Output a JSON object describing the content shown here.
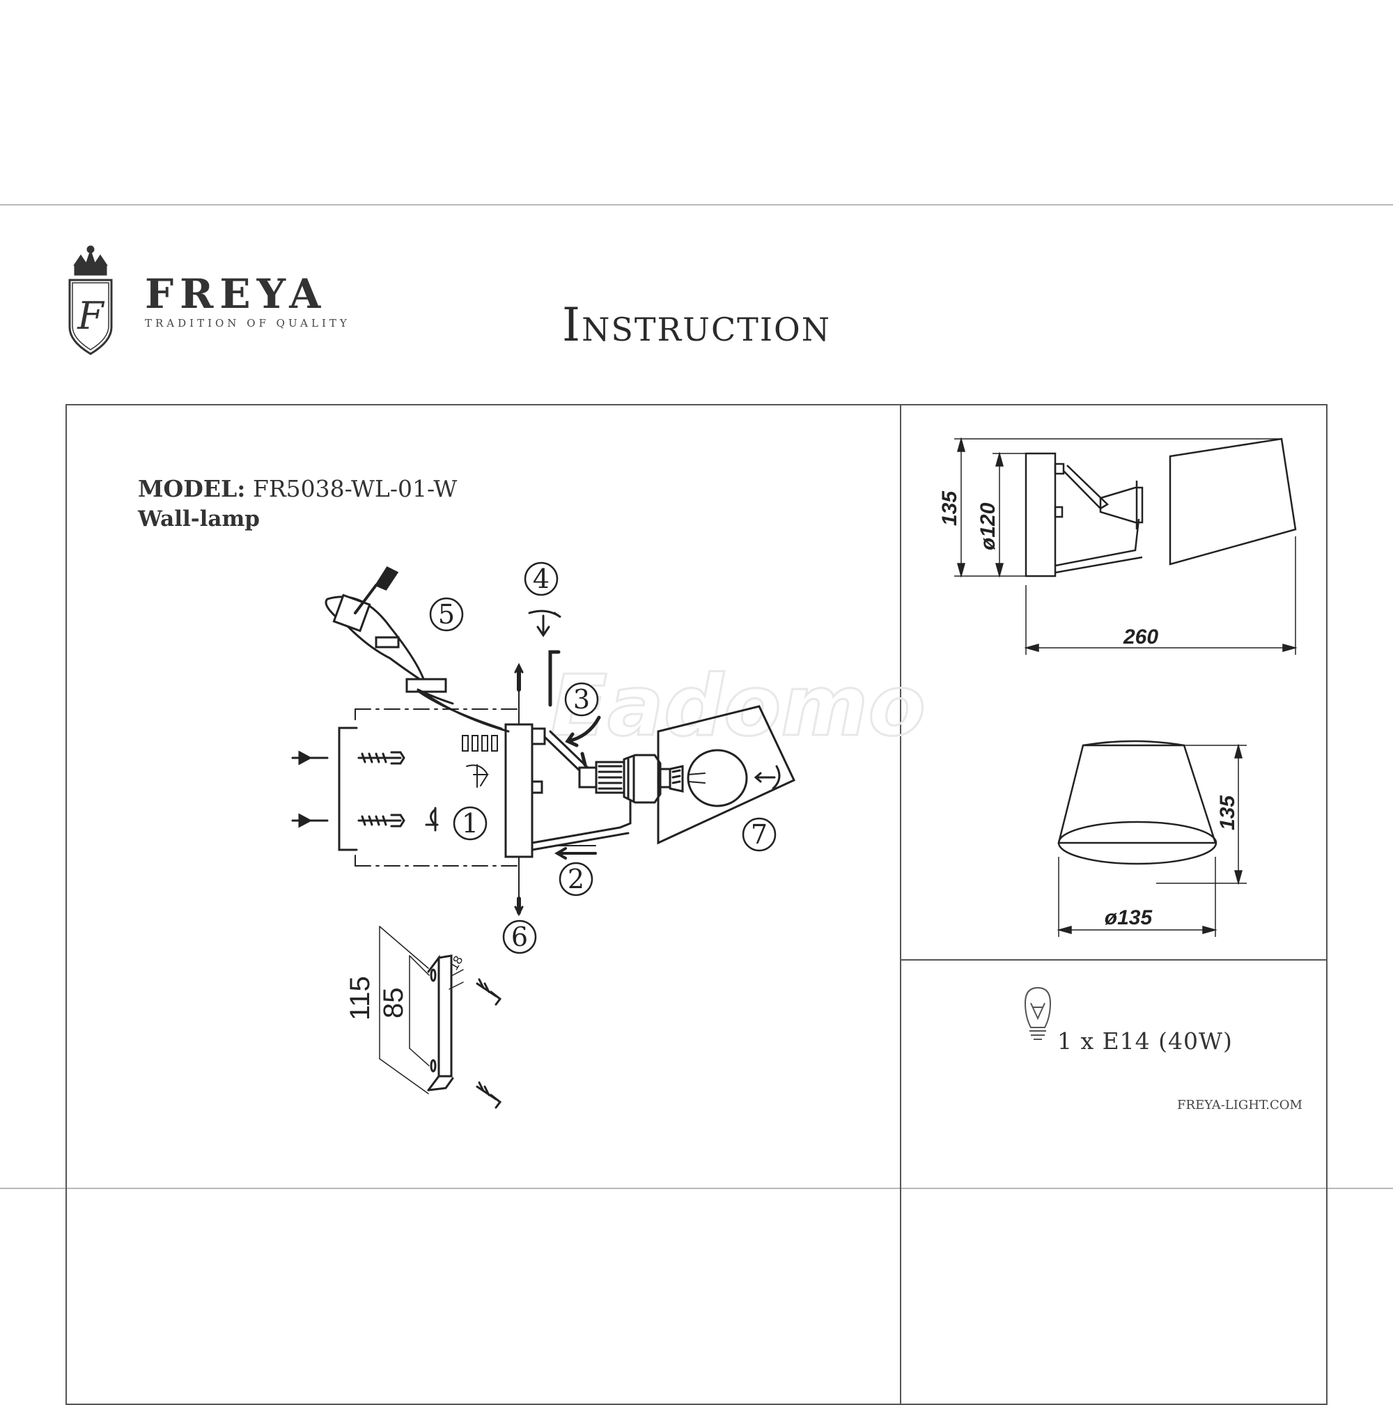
{
  "header": {
    "brand_name": "FREYA",
    "brand_tagline": "TRADITION OF QUALITY",
    "logo_letter": "F",
    "title": "Instruction"
  },
  "product": {
    "model_label": "MODEL:",
    "model_number": "FR5038-WL-01-W",
    "product_type": "Wall-lamp"
  },
  "steps": [
    "1",
    "2",
    "3",
    "4",
    "5",
    "6",
    "7"
  ],
  "bracket_dimensions": {
    "height": "115",
    "hole_spacing": "85",
    "width": "18"
  },
  "side_view_dimensions": {
    "height": "135",
    "base_diameter": "ø120",
    "length": "260"
  },
  "front_view_dimensions": {
    "height": "135",
    "shade_diameter": "ø135"
  },
  "bulb": {
    "spec": "1 x E14 (40W)"
  },
  "footer": {
    "website": "FREYA-LIGHT.COM"
  },
  "watermark": "Eadomo",
  "colors": {
    "line": "#222222",
    "frame": "#555555",
    "watermark": "#e8e8e8"
  }
}
